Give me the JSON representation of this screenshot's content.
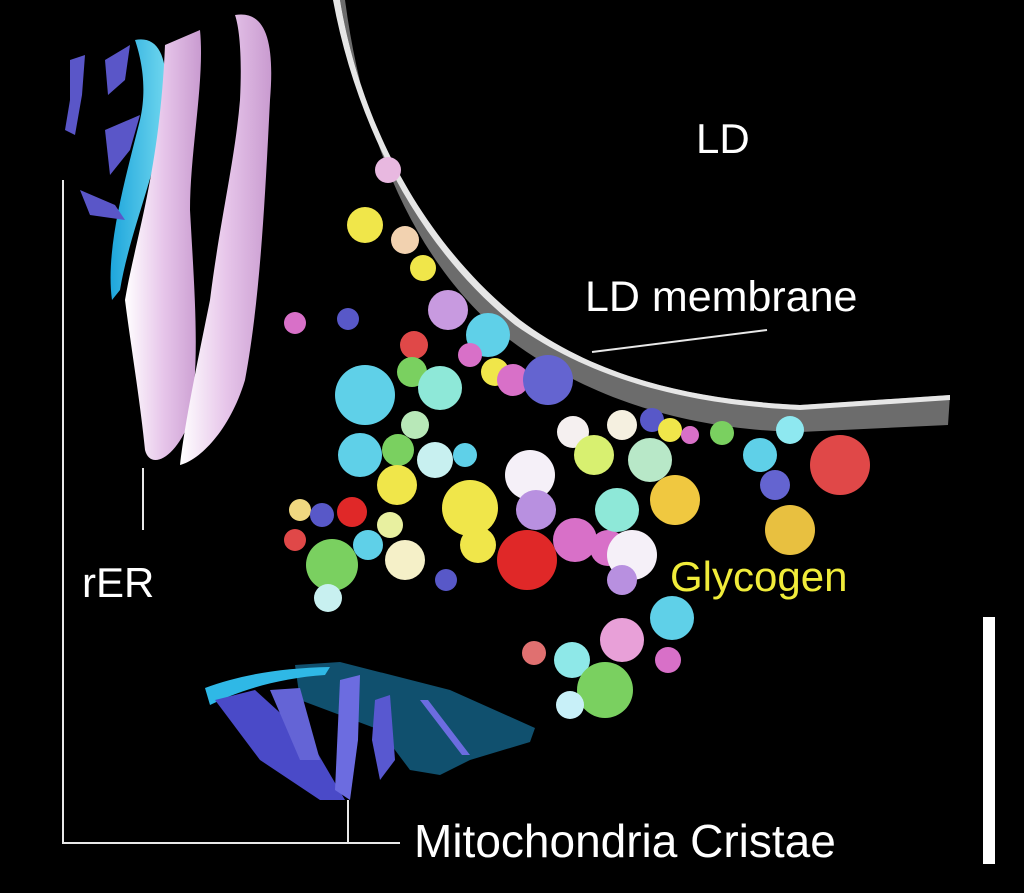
{
  "figure": {
    "background": "#000000",
    "labels": {
      "lipid_droplet": "LD",
      "ld_membrane": "LD membrane",
      "rer": "rER",
      "glycogen": "Glycogen",
      "mitochondria_cristae": "Mitochondria Cristae"
    },
    "label_colors": {
      "default": "#ffffff",
      "glycogen": "#f0ec3a"
    },
    "structure_colors": {
      "rer_membrane": "#e8c8ec",
      "rer_highlight": "#ffffff",
      "rer_cyan_sheet": "#2fb8e6",
      "mito_outer_membrane": "#10506e",
      "mito_cristae": "#4a4ac8",
      "ld_membrane": "#d8d8d8",
      "ld_membrane_shadow": "#707070",
      "scale_bar": "#ffffff"
    },
    "glycogen_palette": [
      "#5fd0e8",
      "#f0e64a",
      "#e04848",
      "#7ad060",
      "#d870c8",
      "#b890e0",
      "#f5f0f5",
      "#5858c8",
      "#e8c040",
      "#8ee8d8",
      "#e87890"
    ],
    "scale_bar": {
      "visible": true,
      "orientation": "vertical"
    }
  }
}
